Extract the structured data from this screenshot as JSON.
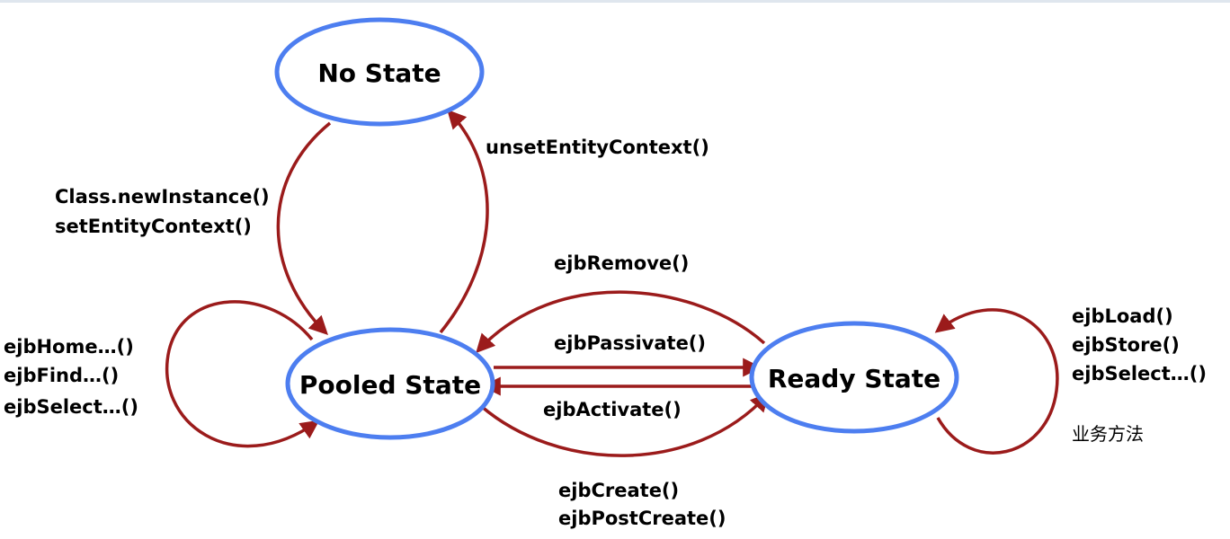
{
  "colors": {
    "state_stroke": "#4d7ef0",
    "arrow": "#9b1b1b",
    "text": "#000000",
    "background": "#ffffff"
  },
  "states": {
    "no_state": "No State",
    "pooled_state": "Pooled State",
    "ready_state": "Ready State"
  },
  "transitions": {
    "new_instance": [
      "Class.newInstance()",
      "setEntityContext()"
    ],
    "unset_context": "unsetEntityContext()",
    "pooled_self": [
      "ejbHome…()",
      "ejbFind…()",
      "ejbSelect…()"
    ],
    "ejb_remove": "ejbRemove()",
    "ejb_passivate": "ejbPassivate()",
    "ejb_activate": "ejbActivate()",
    "ejb_create": [
      "ejbCreate()",
      "ejbPostCreate()"
    ],
    "ready_self": [
      "ejbLoad()",
      "ejbStore()",
      "ejbSelect…()"
    ],
    "business_methods": "业务方法"
  }
}
